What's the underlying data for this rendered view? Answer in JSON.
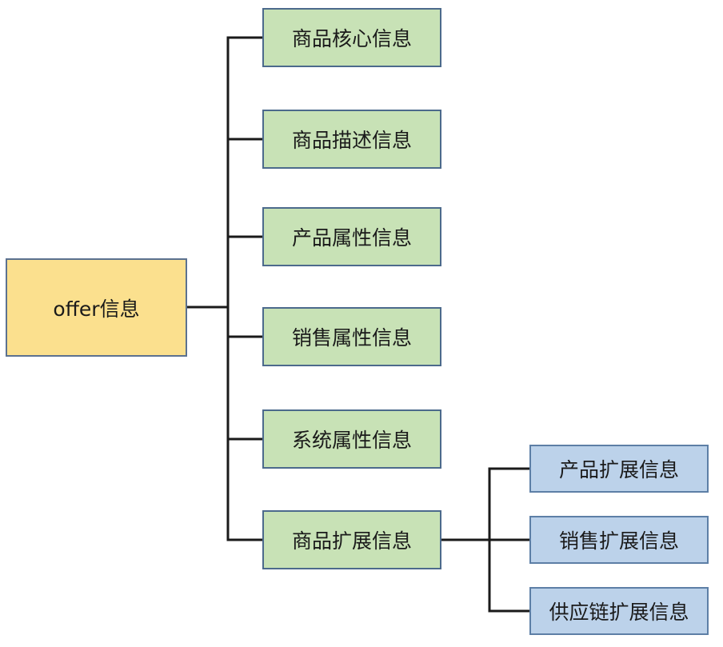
{
  "diagram": {
    "root": {
      "label": "offer信息"
    },
    "children": [
      {
        "label": "商品核心信息"
      },
      {
        "label": "商品描述信息"
      },
      {
        "label": "产品属性信息"
      },
      {
        "label": "销售属性信息"
      },
      {
        "label": "系统属性信息"
      },
      {
        "label": "商品扩展信息"
      }
    ],
    "extension_children": [
      {
        "label": "产品扩展信息"
      },
      {
        "label": "销售扩展信息"
      },
      {
        "label": "供应链扩展信息"
      }
    ],
    "colors": {
      "root_fill": "#fbe08e",
      "mid_fill": "#c8e2b6",
      "leaf_fill": "#bcd2ea",
      "connector": "#1a1a1a"
    }
  }
}
